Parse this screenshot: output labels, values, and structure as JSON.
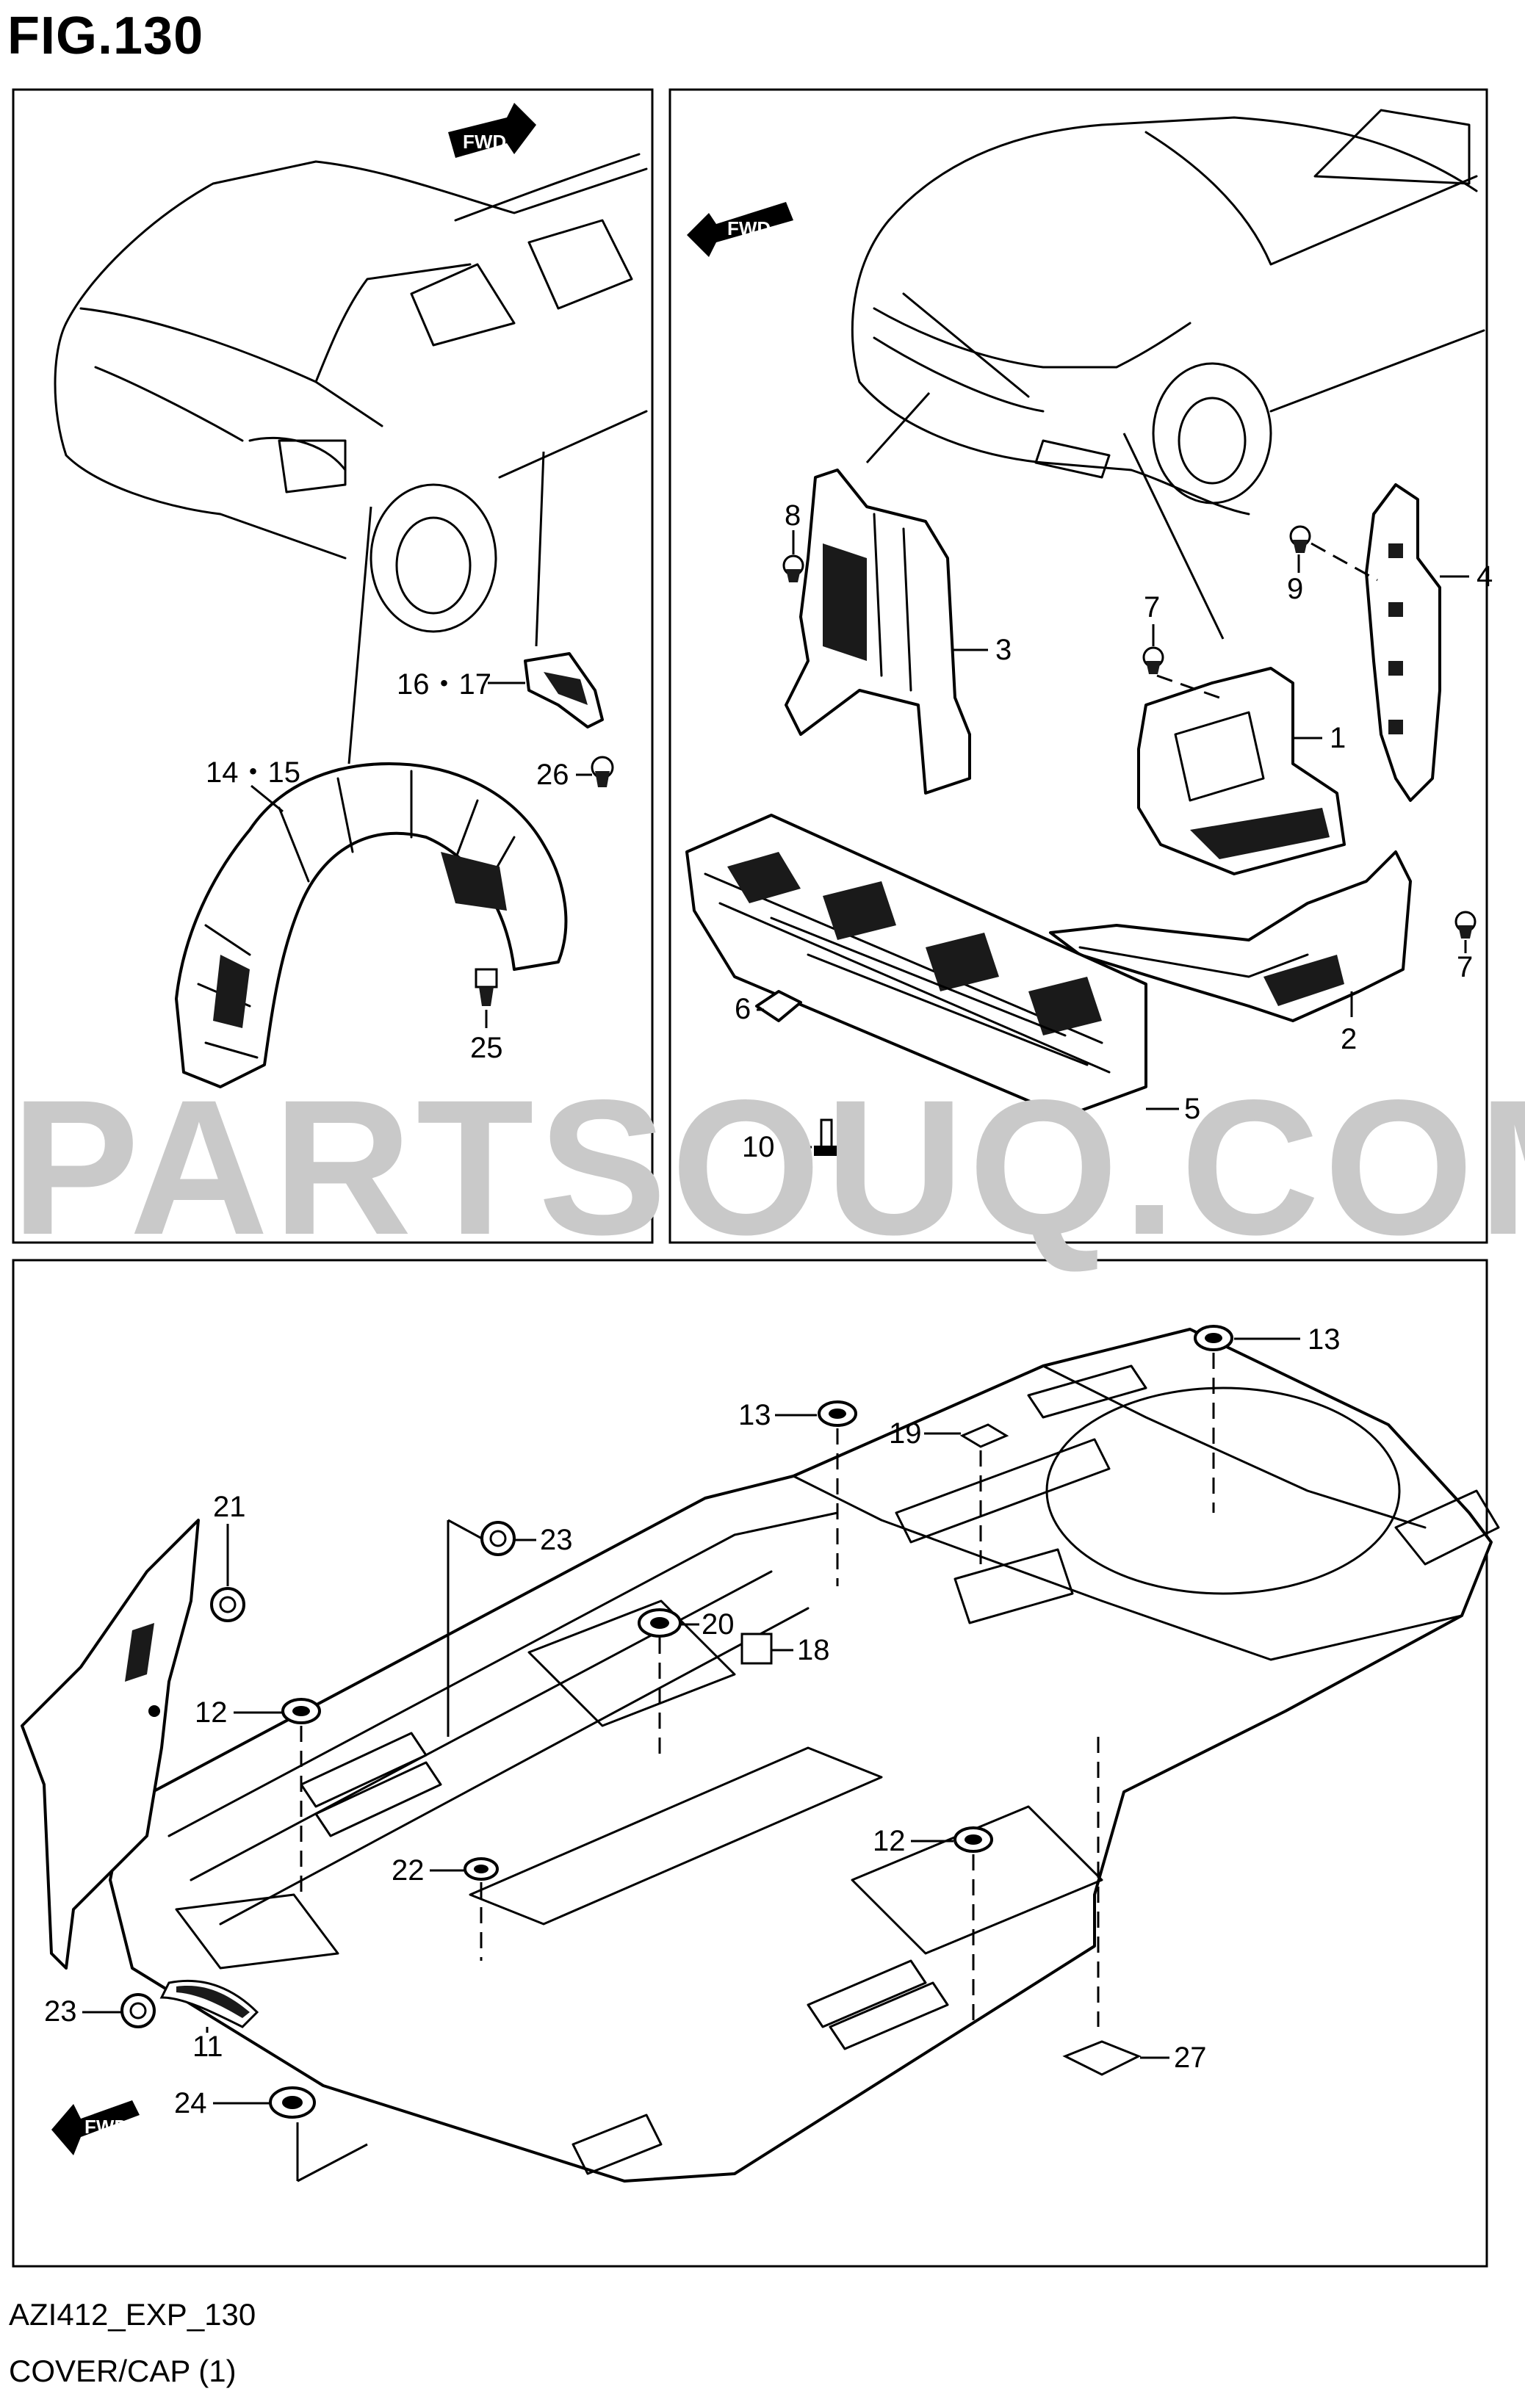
{
  "header": {
    "title": "FIG.130"
  },
  "watermark": {
    "text": "PARTSOUQ.COM"
  },
  "arrows": {
    "fwd_label": "FWD"
  },
  "callouts": {
    "c1": "1",
    "c2": "2",
    "c3": "3",
    "c4": "4",
    "c5": "5",
    "c6": "6",
    "c7a": "7",
    "c7b": "7",
    "c8": "8",
    "c9": "9",
    "c10": "10",
    "c11": "11",
    "c12a": "12",
    "c12b": "12",
    "c13a": "13",
    "c13b": "13",
    "c14_15": "14・15",
    "c16_17": "16・17",
    "c18": "18",
    "c19": "19",
    "c20": "20",
    "c21": "21",
    "c22": "22",
    "c23a": "23",
    "c23b": "23",
    "c24": "24",
    "c25": "25",
    "c26": "26",
    "c27": "27"
  },
  "footer": {
    "code": "AZI412_EXP_130",
    "subtitle": "COVER/CAP (1)"
  }
}
